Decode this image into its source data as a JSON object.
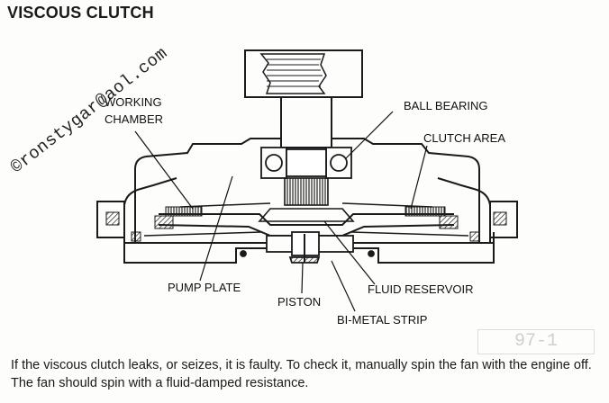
{
  "title": "VISCOUS CLUTCH",
  "watermark": "©ronstygar@aol.com",
  "labels": {
    "working_chamber_line1": "WORKING",
    "working_chamber_line2": "CHAMBER",
    "ball_bearing": "BALL BEARING",
    "clutch_area": "CLUTCH AREA",
    "pump_plate": "PUMP PLATE",
    "piston": "PISTON",
    "fluid_reservoir": "FLUID RESERVOIR",
    "bi_metal_strip": "BI-METAL STRIP"
  },
  "caption": "If the viscous clutch leaks, or seizes, it is faulty.  To check it, manually spin the fan with the engine off.  The fan should spin with a fluid-damped resistance.",
  "stamp": "97-1"
}
